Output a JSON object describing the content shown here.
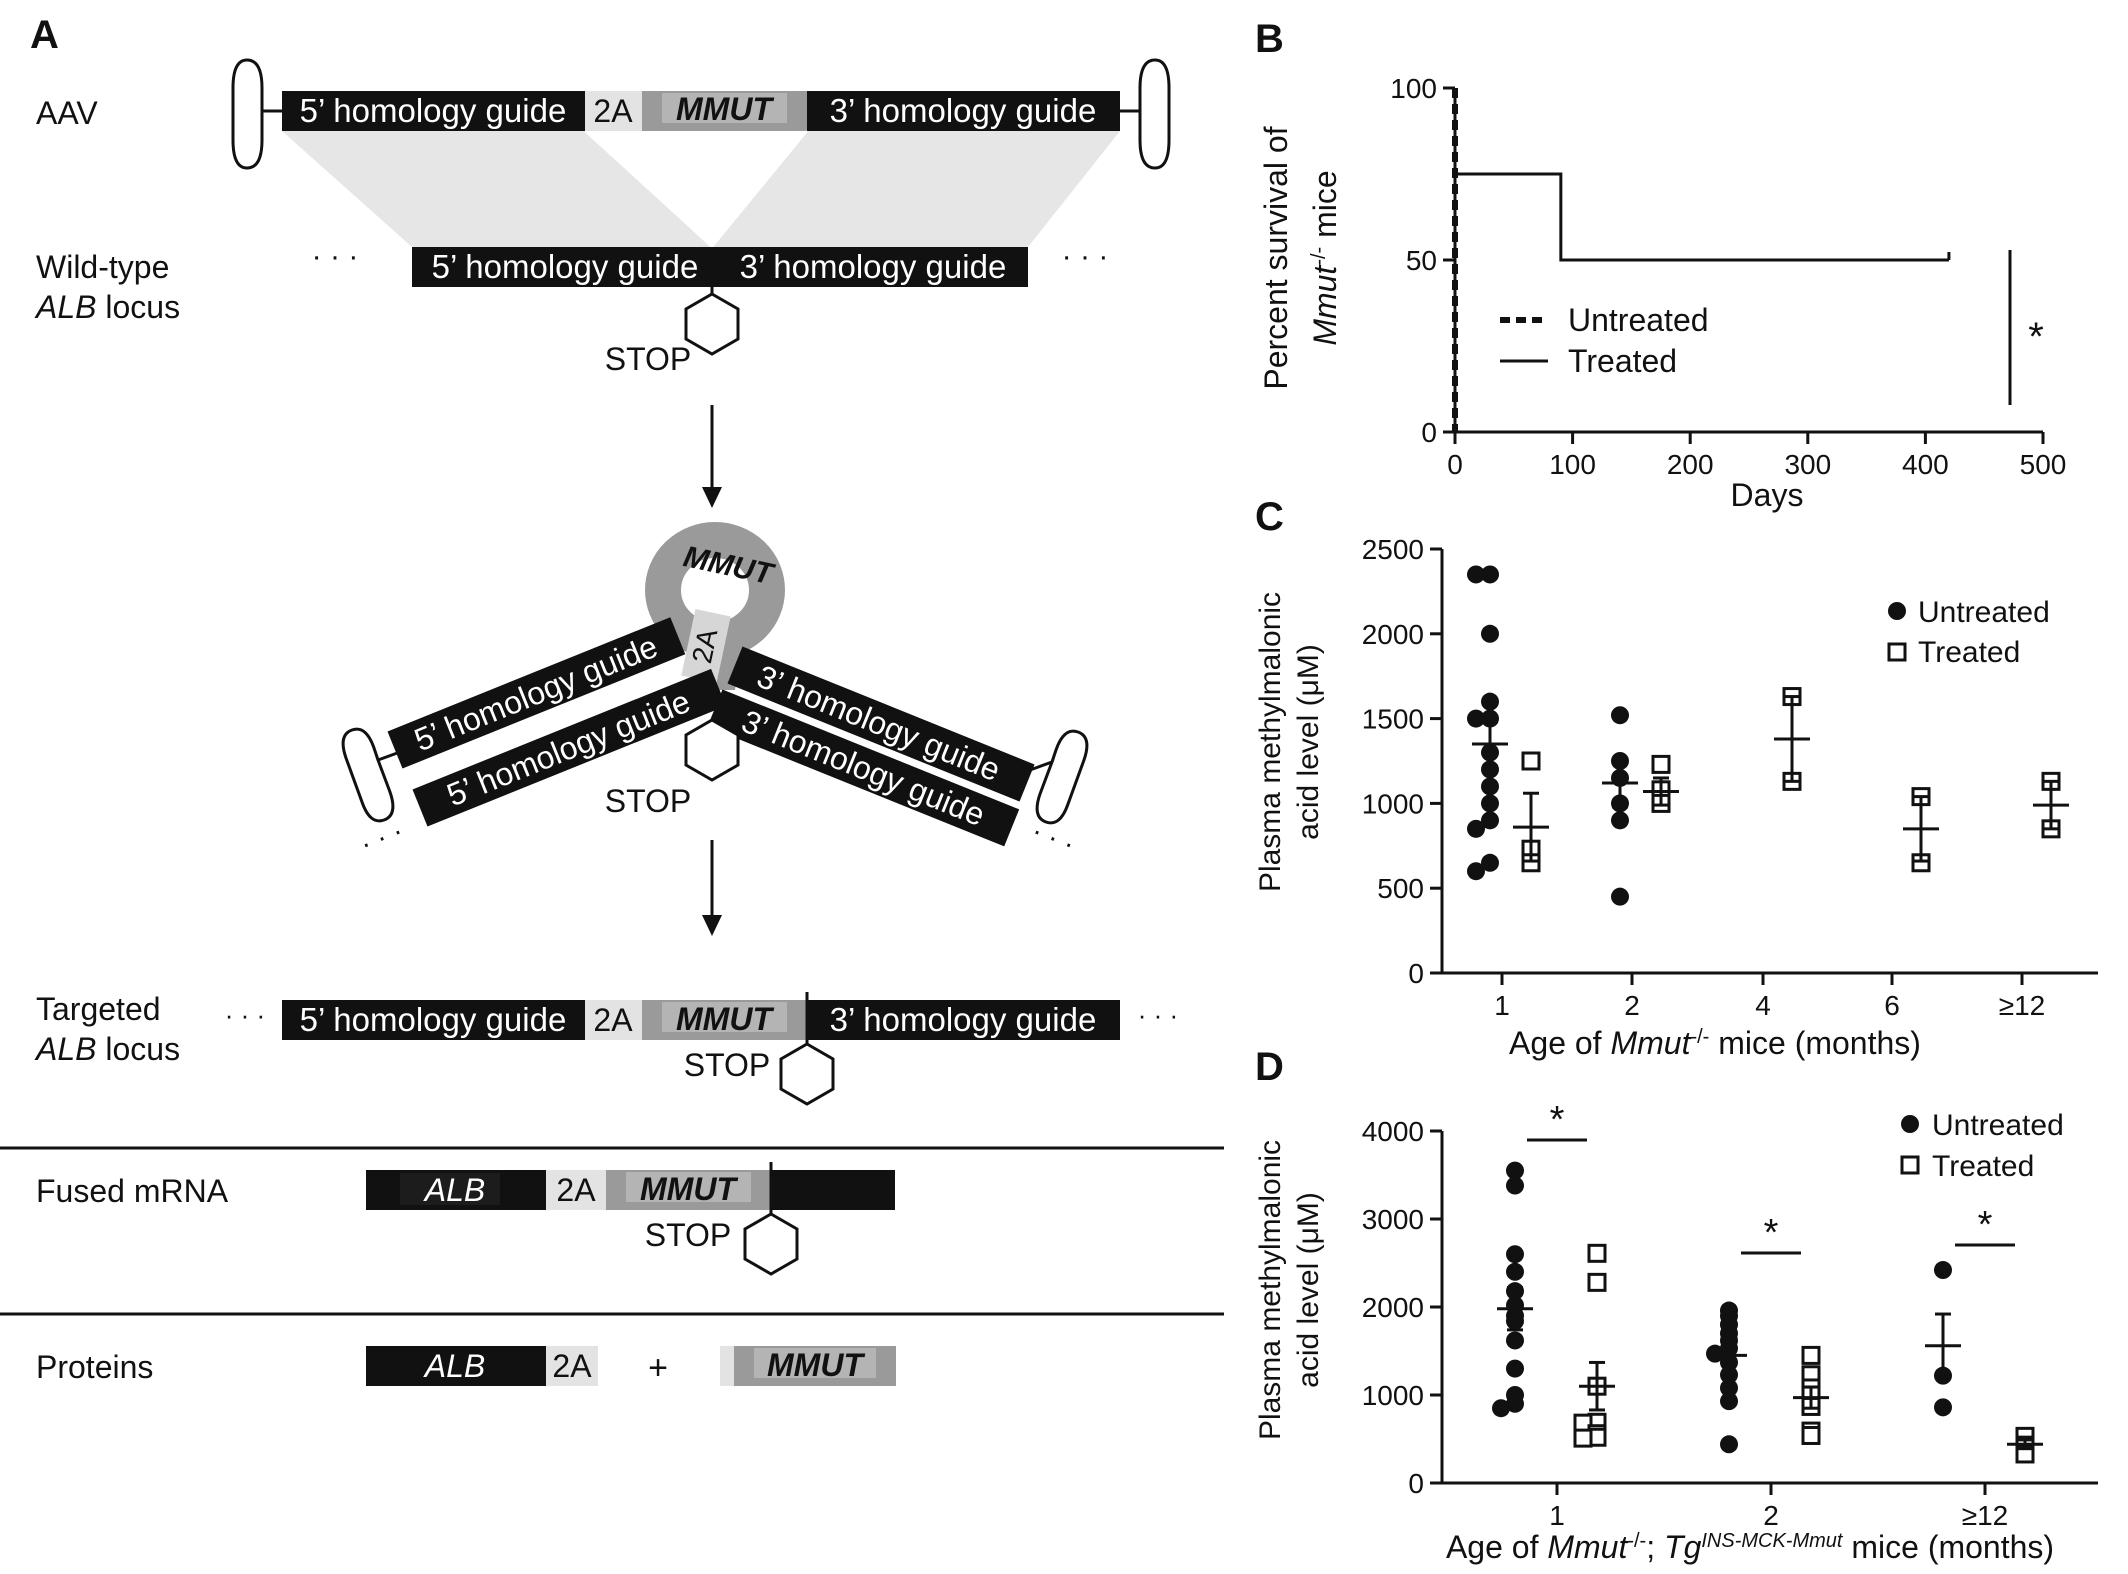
{
  "panels": {
    "A": {
      "letter": "A",
      "row_labels": {
        "aav": "AAV",
        "wt_line1": "Wild-type",
        "wt_line2": "ALB",
        "wt_line2b": " locus",
        "targeted_line1": "Targeted",
        "targeted_line2": "ALB",
        "targeted_line2b": " locus",
        "fused": "Fused mRNA",
        "proteins": "Proteins"
      },
      "segments": {
        "h5": "5’ homology guide",
        "h3": "3’ homology guide",
        "t2a": "2A",
        "mmut": "MMUT",
        "alb": "ALB",
        "stop": "STOP",
        "plus": "+",
        "dots": "· · ·"
      },
      "colors": {
        "black": "#111111",
        "mmut_gray": "#8c8c8c",
        "light_gray": "#d6d6d6",
        "funnel": "#e6e6e6"
      }
    },
    "B": {
      "letter": "B",
      "ylabel_line1": "Percent survival of",
      "ylabel_line2_pre": "Mmut",
      "ylabel_line2_sup": "-/-",
      "ylabel_line2_post": " mice",
      "xlabel": "Days",
      "significance": "*",
      "legend": [
        {
          "label": "Untreated",
          "style": "dashed"
        },
        {
          "label": "Treated",
          "style": "solid"
        }
      ]
    },
    "C": {
      "letter": "C",
      "ylabel_line1": "Plasma methylmalonic",
      "ylabel_line2": "acid level (μM)",
      "xlabel_pre": "Age of ",
      "xlabel_ital": "Mmut",
      "xlabel_sup": "-/-",
      "xlabel_post": " mice (months)",
      "legend": [
        {
          "label": "Untreated",
          "marker": "filled-circle"
        },
        {
          "label": "Treated",
          "marker": "open-square"
        }
      ]
    },
    "D": {
      "letter": "D",
      "ylabel_line1": "Plasma methylmalonic",
      "ylabel_line2": "acid level (μM)",
      "xlabel_pre": "Age of ",
      "xlabel_ital": "Mmut",
      "xlabel_sup1": "-/-",
      "xlabel_mid": "; ",
      "xlabel_ital2": "Tg",
      "xlabel_sup2": "INS-MCK-Mmut",
      "xlabel_post": " mice (months)",
      "significance": "*",
      "legend": [
        {
          "label": "Untreated",
          "marker": "filled-circle"
        },
        {
          "label": "Treated",
          "marker": "open-square"
        }
      ]
    }
  },
  "chart_data": [
    {
      "panel": "B",
      "type": "line",
      "xlabel": "Days",
      "ylabel": "Percent survival of Mmut-/- mice",
      "xlim": [
        0,
        500
      ],
      "ylim": [
        0,
        100
      ],
      "xticks": [
        0,
        100,
        200,
        300,
        400,
        500
      ],
      "yticks": [
        0,
        50,
        100
      ],
      "series": [
        {
          "name": "Untreated",
          "style": "dashed",
          "steps": [
            [
              0,
              100
            ],
            [
              0,
              0
            ]
          ]
        },
        {
          "name": "Treated",
          "style": "solid",
          "steps": [
            [
              0,
              100
            ],
            [
              0,
              75
            ],
            [
              90,
              75
            ],
            [
              90,
              50
            ],
            [
              420,
              50
            ]
          ]
        }
      ]
    },
    {
      "panel": "C",
      "type": "scatter",
      "xlabel": "Age of Mmut-/- mice (months)",
      "ylabel": "Plasma methylmalonic acid level (μM)",
      "categories": [
        "1",
        "2",
        "4",
        "6",
        "≥12"
      ],
      "ylim": [
        0,
        2500
      ],
      "yticks": [
        0,
        500,
        1000,
        1500,
        2000,
        2500
      ],
      "series": [
        {
          "name": "Untreated",
          "marker": "filled-circle",
          "points": [
            [
              0,
              2350
            ],
            [
              0,
              2350
            ],
            [
              0,
              2000
            ],
            [
              0,
              1600
            ],
            [
              0,
              1500
            ],
            [
              0,
              1500
            ],
            [
              0,
              1300
            ],
            [
              0,
              1200
            ],
            [
              0,
              1100
            ],
            [
              0,
              1000
            ],
            [
              0,
              900
            ],
            [
              0,
              850
            ],
            [
              0,
              650
            ],
            [
              0,
              600
            ],
            [
              1,
              1520
            ],
            [
              1,
              1250
            ],
            [
              1,
              1150
            ],
            [
              1,
              1000
            ],
            [
              1,
              900
            ],
            [
              1,
              450
            ]
          ],
          "means": [
            [
              0,
              1350
            ],
            [
              1,
              1120
            ]
          ],
          "sem": [
            [
              0,
              130
            ],
            [
              1,
              140
            ]
          ]
        },
        {
          "name": "Treated",
          "marker": "open-square",
          "points": [
            [
              0,
              1250
            ],
            [
              0,
              730
            ],
            [
              0,
              650
            ],
            [
              1,
              1230
            ],
            [
              1,
              1080
            ],
            [
              1,
              1000
            ],
            [
              2,
              1630
            ],
            [
              2,
              1130
            ],
            [
              3,
              1040
            ],
            [
              3,
              650
            ],
            [
              4,
              1130
            ],
            [
              4,
              850
            ]
          ],
          "means": [
            [
              0,
              860
            ],
            [
              1,
              1070
            ],
            [
              2,
              1380
            ],
            [
              3,
              850
            ],
            [
              4,
              990
            ]
          ],
          "sem": [
            [
              0,
              200
            ],
            [
              1,
              80
            ],
            [
              2,
              250
            ],
            [
              3,
              190
            ],
            [
              4,
              140
            ]
          ]
        }
      ]
    },
    {
      "panel": "D",
      "type": "scatter",
      "xlabel": "Age of Mmut-/-; Tg INS-MCK-Mmut mice (months)",
      "ylabel": "Plasma methylmalonic acid level (μM)",
      "categories": [
        "1",
        "2",
        "≥12"
      ],
      "ylim": [
        0,
        4000
      ],
      "yticks": [
        0,
        1000,
        2000,
        3000,
        4000
      ],
      "significant": [
        true,
        true,
        true
      ],
      "series": [
        {
          "name": "Untreated",
          "marker": "filled-circle",
          "points": [
            [
              0,
              3550
            ],
            [
              0,
              3380
            ],
            [
              0,
              2600
            ],
            [
              0,
              2400
            ],
            [
              0,
              2180
            ],
            [
              0,
              2020
            ],
            [
              0,
              1900
            ],
            [
              0,
              1840
            ],
            [
              0,
              1620
            ],
            [
              0,
              1300
            ],
            [
              0,
              1000
            ],
            [
              0,
              900
            ],
            [
              0,
              850
            ],
            [
              1,
              1960
            ],
            [
              1,
              1900
            ],
            [
              1,
              1800
            ],
            [
              1,
              1700
            ],
            [
              1,
              1620
            ],
            [
              1,
              1530
            ],
            [
              1,
              1470
            ],
            [
              1,
              1370
            ],
            [
              1,
              1230
            ],
            [
              1,
              1080
            ],
            [
              1,
              930
            ],
            [
              1,
              440
            ],
            [
              2,
              2420
            ],
            [
              2,
              1220
            ],
            [
              2,
              860
            ]
          ],
          "means": [
            [
              0,
              1980
            ],
            [
              1,
              1450
            ],
            [
              2,
              1560
            ]
          ],
          "sem": [
            [
              0,
              240
            ],
            [
              1,
              110
            ],
            [
              2,
              360
            ]
          ]
        },
        {
          "name": "Treated",
          "marker": "open-square",
          "points": [
            [
              0,
              2610
            ],
            [
              0,
              2280
            ],
            [
              0,
              1100
            ],
            [
              0,
              690
            ],
            [
              0,
              680
            ],
            [
              0,
              560
            ],
            [
              0,
              520
            ],
            [
              0,
              510
            ],
            [
              1,
              1450
            ],
            [
              1,
              1230
            ],
            [
              1,
              1080
            ],
            [
              1,
              1000
            ],
            [
              1,
              870
            ],
            [
              1,
              590
            ],
            [
              1,
              540
            ],
            [
              2,
              530
            ],
            [
              2,
              430
            ],
            [
              2,
              330
            ]
          ],
          "means": [
            [
              0,
              1100
            ],
            [
              1,
              970
            ],
            [
              2,
              440
            ]
          ],
          "sem": [
            [
              0,
              270
            ],
            [
              1,
              120
            ],
            [
              2,
              50
            ]
          ]
        }
      ]
    }
  ]
}
